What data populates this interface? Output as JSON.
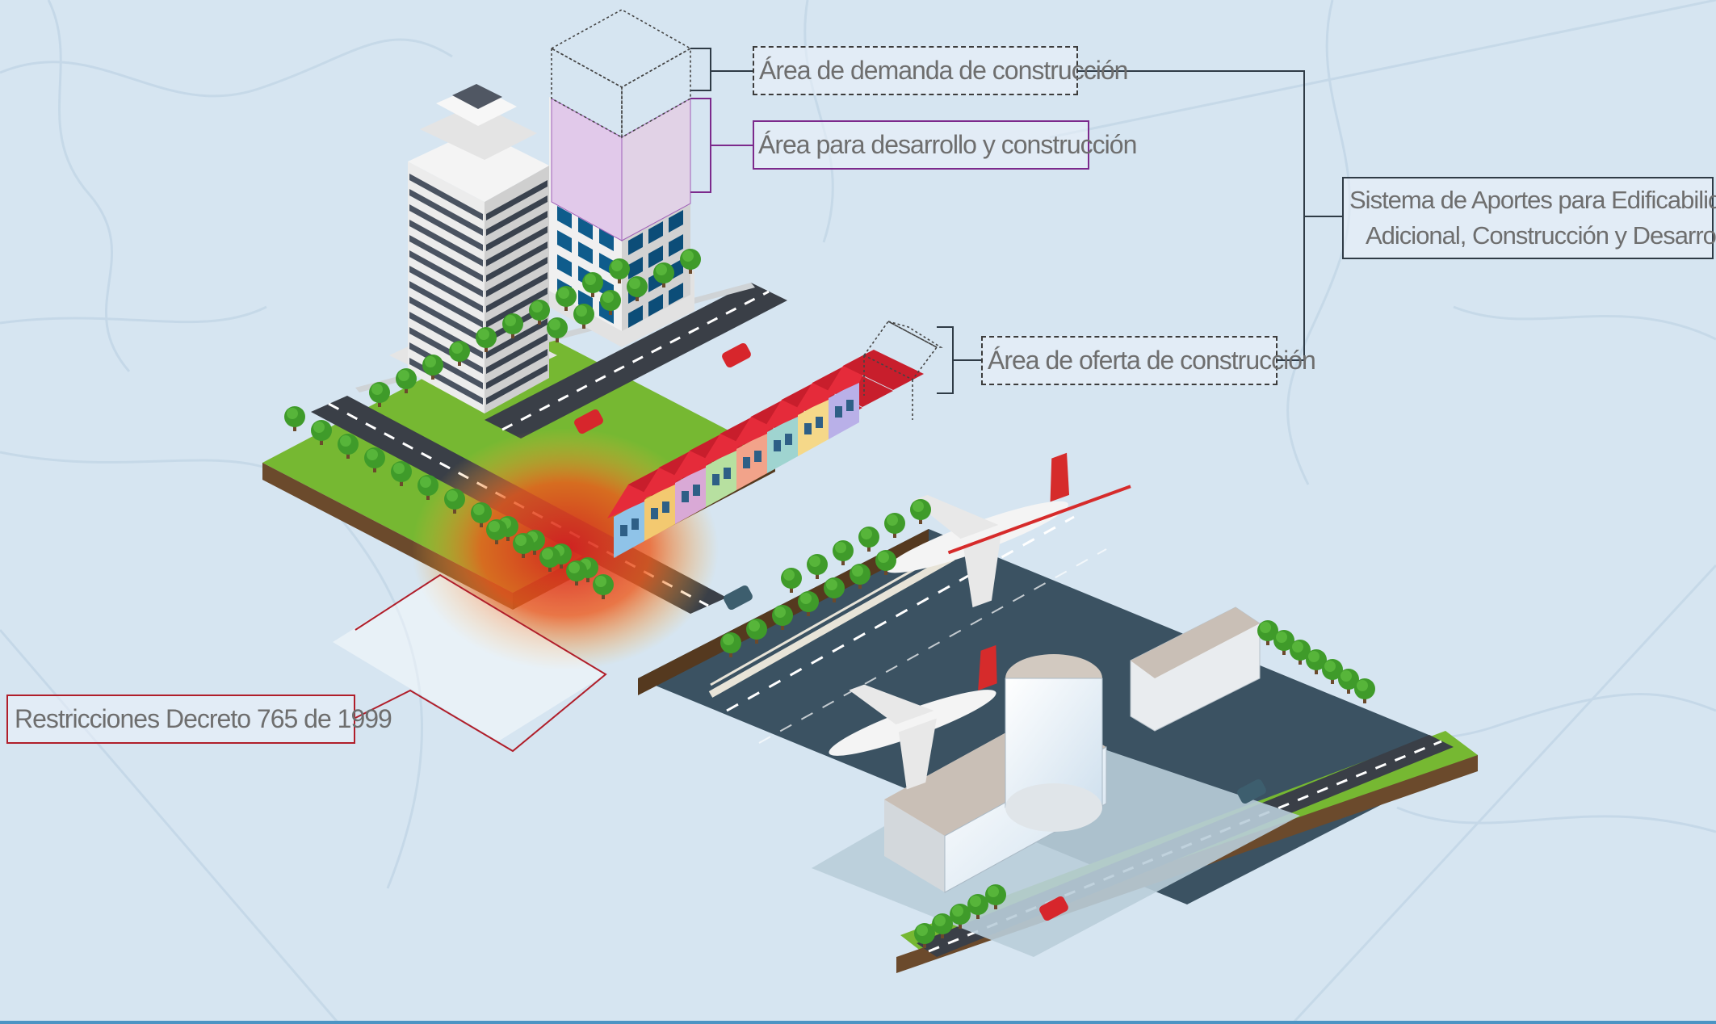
{
  "labels": {
    "demand": "Área de demanda de construcción",
    "development": "Área para desarrollo y construcción",
    "supply": "Área de oferta de construcción",
    "system_line1": "Sistema de Aportes para Edificabilidad",
    "system_line2": "Adicional, Construcción y Desarrollo",
    "restrictions": "Restricciones Decreto 765 de 1999"
  },
  "colors": {
    "background": "#d6e5f1",
    "restriction_red": "#b01e2a",
    "development_purple": "#7c2a8c",
    "roof_red": "#e52b3a",
    "grass": "#7cbf2e",
    "tarmac": "#344a5a"
  }
}
